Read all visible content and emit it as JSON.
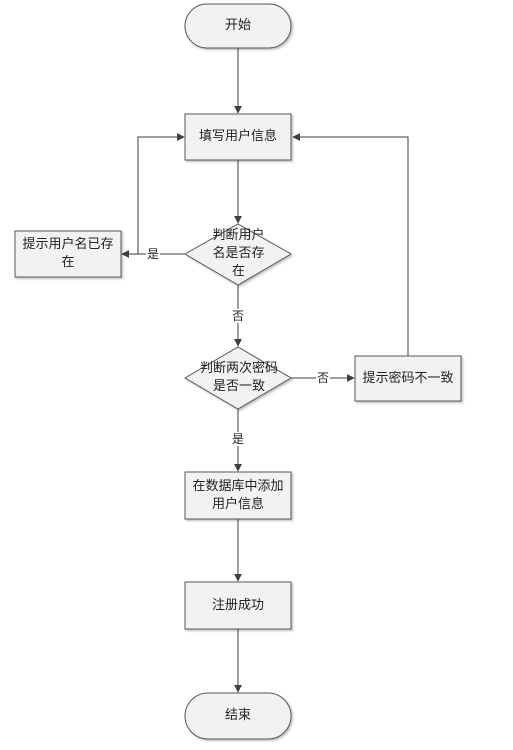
{
  "colors": {
    "node_fill": "#f2f2f2",
    "node_stroke": "#595959",
    "edge_stroke": "#3f3f3f",
    "text": "#222222"
  },
  "nodes": {
    "start": {
      "label": "开始"
    },
    "fill_info": {
      "label": "填写用户信息"
    },
    "check_username": {
      "label": "判断用户名是否存在"
    },
    "username_exists": {
      "label": "提示用户名已存在"
    },
    "check_password": {
      "label": "判断两次密码是否一致"
    },
    "password_mismatch": {
      "label": "提示密码不一致"
    },
    "add_user": {
      "label": "在数据库中添加用户信息"
    },
    "register_success": {
      "label": "注册成功"
    },
    "end": {
      "label": "结束"
    }
  },
  "edges": {
    "username_yes": {
      "label": "是"
    },
    "username_no": {
      "label": "否"
    },
    "password_no": {
      "label": "否"
    },
    "password_yes": {
      "label": "是"
    }
  }
}
